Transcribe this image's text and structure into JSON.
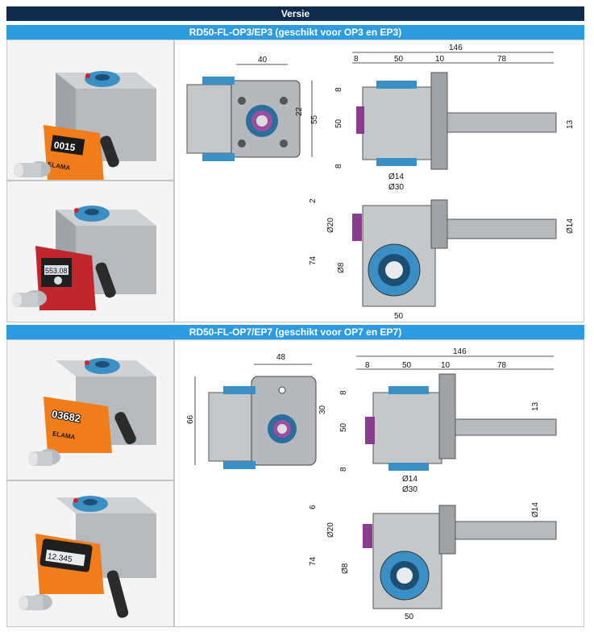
{
  "header": {
    "title": "Versie"
  },
  "sections": [
    {
      "title": "RD50-FL-OP3/EP3 (geschikt voor OP3 en EP3)",
      "photos": [
        {
          "counter_text": "0015",
          "brand": "ELAMA",
          "body_color": "#f07d1a"
        },
        {
          "counter_text": "553.08",
          "body_color": "#c0262b"
        }
      ],
      "front": {
        "width": "40",
        "height": "55",
        "offset": "22"
      },
      "top": {
        "total": "146",
        "a": "8",
        "b": "50",
        "c": "10",
        "d": "78",
        "h1": "8",
        "h2": "50",
        "h3": "8",
        "shaft": "13",
        "d1": "Ø14",
        "d2": "Ø30"
      },
      "side": {
        "top": "2",
        "height": "74",
        "d20": "Ø20",
        "d8": "Ø8",
        "width": "50",
        "shaft": "Ø14"
      }
    },
    {
      "title": "RD50-FL-OP7/EP7 (geschikt voor OP7 en EP7)",
      "photos": [
        {
          "counter_text": "03682",
          "brand": "ELAMA",
          "body_color": "#f07d1a"
        },
        {
          "counter_text": "12.345",
          "body_color": "#f07d1a"
        }
      ],
      "front": {
        "width": "48",
        "height": "66",
        "offset": "30"
      },
      "top": {
        "total": "146",
        "a": "8",
        "b": "50",
        "c": "10",
        "d": "78",
        "h1": "8",
        "h2": "50",
        "h3": "8",
        "shaft": "13",
        "d1": "Ø14",
        "d2": "Ø30"
      },
      "side": {
        "top": "6",
        "height": "74",
        "d20": "Ø20",
        "d8": "Ø8",
        "width": "50",
        "shaft": "Ø14"
      }
    }
  ]
}
